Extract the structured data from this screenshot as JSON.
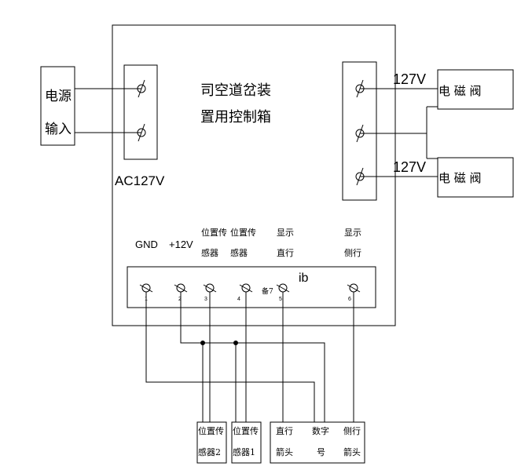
{
  "control_box": {
    "title_line1": "司空道岔装",
    "title_line2": "置用控制箱",
    "ac_label": "AC127V"
  },
  "power_input": {
    "line1": "电源",
    "line2": "输入"
  },
  "outputs": {
    "voltage_top": "127V",
    "voltage_bottom": "127V",
    "valve_top": "电 磁 阀",
    "valve_bottom": "电 磁 阀"
  },
  "terminal_labels": {
    "gnd": "GND",
    "v12": "+12V",
    "sensor_a_1": "位置传",
    "sensor_a_2": "感器",
    "sensor_b_1": "位置传",
    "sensor_b_2": "感器",
    "straight_1": "显示",
    "straight_2": "直行",
    "side_1": "显示",
    "side_2": "侧行",
    "strip_code": "ib",
    "extra": "备7"
  },
  "terminal_numbers": [
    "1",
    "2",
    "3",
    "4",
    "5",
    "6"
  ],
  "bottom_boxes": {
    "sensor2_1": "位置传",
    "sensor2_2": "感器2",
    "sensor1_1": "位置传",
    "sensor1_2": "感器1",
    "straight_1": "直行",
    "straight_2": "箭头",
    "digit_1": "数字",
    "digit_2": "号",
    "side_1": "侧行",
    "side_2": "箭头"
  }
}
